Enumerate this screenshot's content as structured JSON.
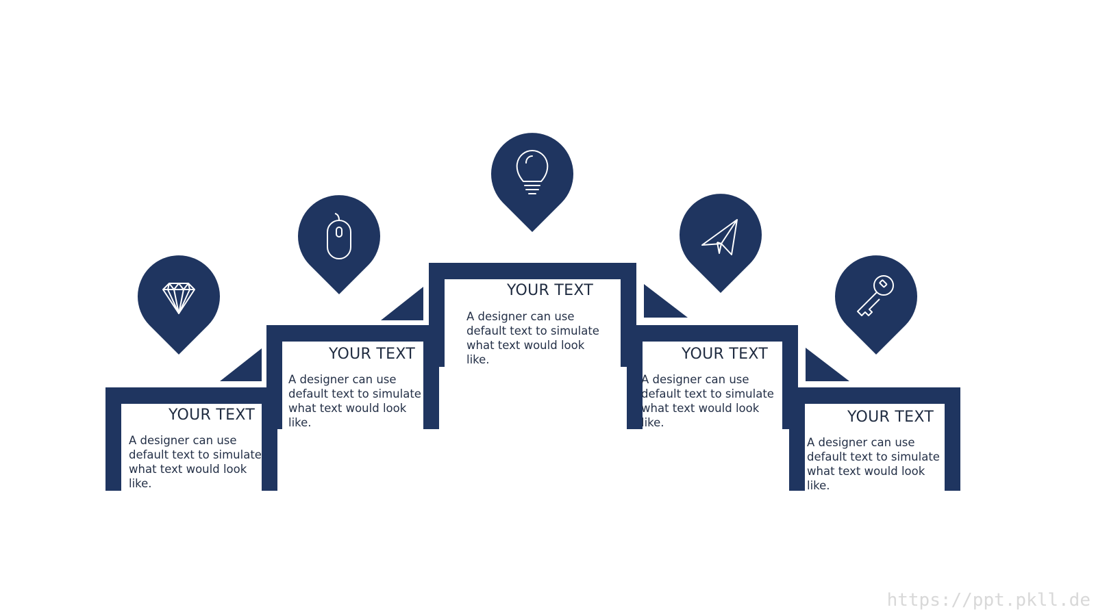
{
  "colors": {
    "primary": "#1f3560",
    "background": "#ffffff",
    "watermark": "#d8d8d8"
  },
  "steps": [
    {
      "title": "YOUR TEXT",
      "text": "A designer can use default text to simulate what text would look like.",
      "icon": "diamond-icon"
    },
    {
      "title": "YOUR TEXT",
      "text": "A designer can use default text to simulate what text would look like.",
      "icon": "mouse-icon"
    },
    {
      "title": "YOUR TEXT",
      "text": "A designer can use default text to simulate what text would look like.",
      "icon": "lightbulb-icon"
    },
    {
      "title": "YOUR TEXT",
      "text": "A designer can use default text to simulate what text would look like.",
      "icon": "paper-plane-icon"
    },
    {
      "title": "YOUR TEXT",
      "text": "A designer can use default text to simulate what text would look like.",
      "icon": "key-icon"
    }
  ],
  "watermark": "https://ppt.pkll.de"
}
